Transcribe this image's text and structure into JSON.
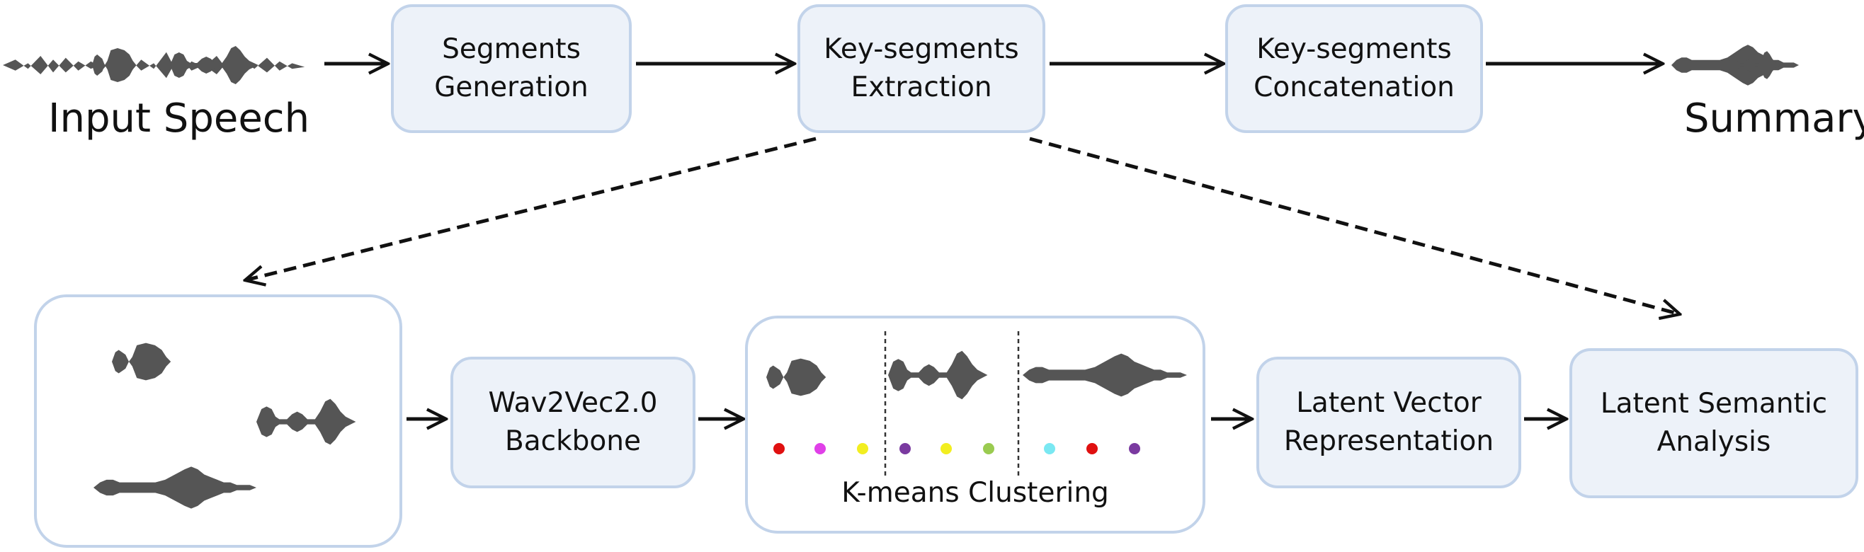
{
  "input_label": "Input Speech",
  "output_label": "Summary",
  "pipeline": {
    "segments_generation": [
      "Segments",
      "Generation"
    ],
    "key_segments_extraction": [
      "Key-segments",
      "Extraction"
    ],
    "key_segments_concatenation": [
      "Key-segments",
      "Concatenation"
    ]
  },
  "detail": {
    "backbone": [
      "Wav2Vec2.0",
      "Backbone"
    ],
    "clustering": "K-means Clustering",
    "latent_vector": [
      "Latent Vector",
      "Representation"
    ],
    "lsa": [
      "Latent Semantic",
      "Analysis"
    ]
  },
  "cluster_dot_colors": [
    "#e01010",
    "#e040e8",
    "#f2ee20",
    "#7a3aa0",
    "#f2ee20",
    "#9acb50",
    "#7ae8f2",
    "#e01010",
    "#7a3aa0"
  ],
  "colors": {
    "box_fill": "#edf2f9",
    "box_border": "#c2d3ea",
    "waveform": "#555555",
    "arrow": "#111111"
  }
}
